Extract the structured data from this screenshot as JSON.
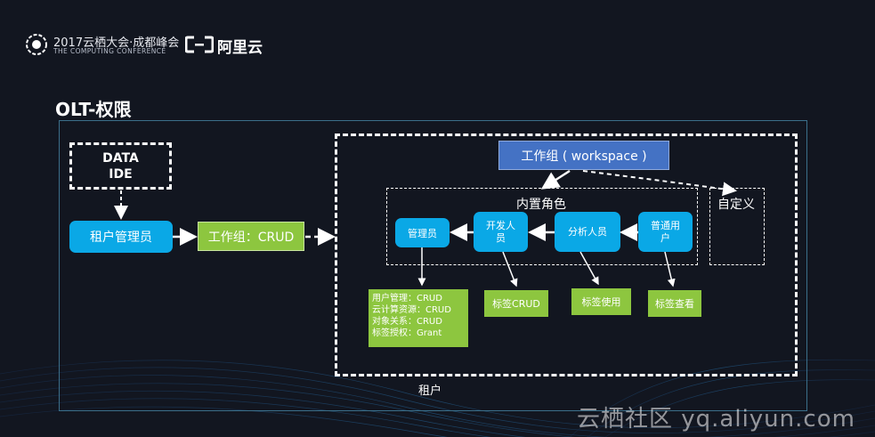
{
  "header": {
    "conference_title": "2017云栖大会·成都峰会",
    "conference_subtitle": "THE COMPUTING CONFERENCE",
    "brand_name": "阿里云"
  },
  "slide": {
    "title": "OLT-权限"
  },
  "diagram": {
    "ide_box": {
      "line1": "DATA",
      "line2": "IDE"
    },
    "tenant_admin": "租户管理员",
    "workgroup_crud": "工作组：CRUD",
    "workspace": "工作组 ( workspace )",
    "builtin_roles": "内置角色",
    "custom": "自定义",
    "roles": {
      "admin": "管理员",
      "developer": "开发人员",
      "analyst": "分析人员",
      "user": "普通用户"
    },
    "permissions": [
      "用户管理：CRUD",
      "云计算资源：CRUD",
      "对象关系：CRUD",
      "标签授权：Grant"
    ],
    "tag_crud": "标签CRUD",
    "tag_use": "标签使用",
    "tag_view": "标签查看",
    "tenant": "租户"
  },
  "watermark": "云栖社区 yq.aliyun.com",
  "colors": {
    "background": "#121620",
    "role_blue": "#0aa8e6",
    "workspace_blue": "#4472c4",
    "green": "#8dc63f",
    "frame": "#3b6f8a"
  }
}
